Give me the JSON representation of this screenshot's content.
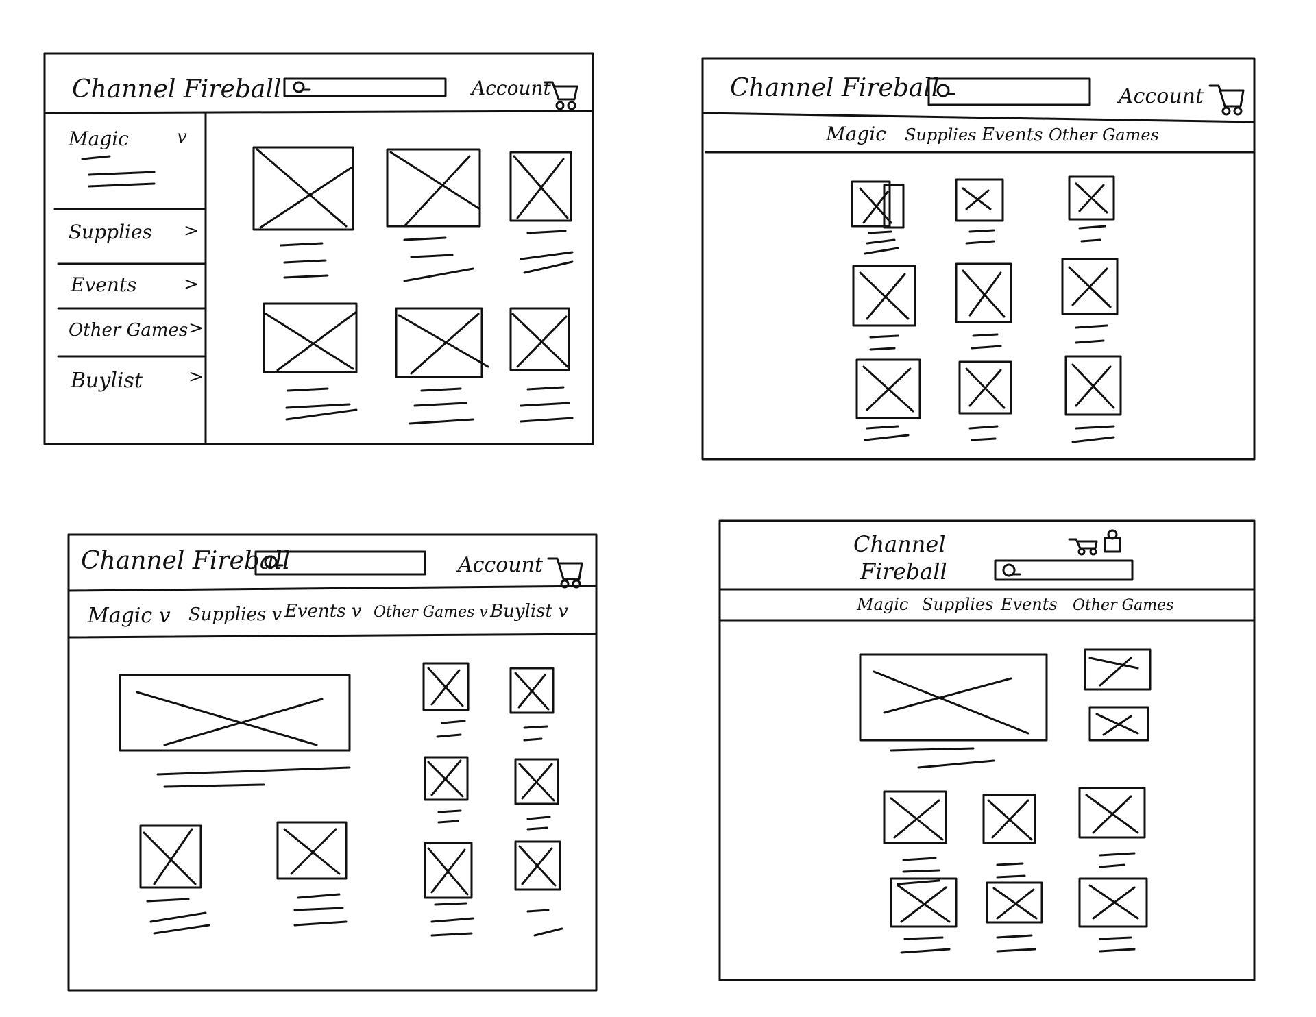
{
  "sketch_1": {
    "brand": "Channel Fireball",
    "account": "Account",
    "sidebar": [
      {
        "label": "Magic",
        "chevron": "v"
      },
      {
        "label": "Supplies",
        "chevron": ">"
      },
      {
        "label": "Events",
        "chevron": ">"
      },
      {
        "label": "Other Games",
        "chevron": ">"
      },
      {
        "label": "Buylist",
        "chevron": ">"
      }
    ]
  },
  "sketch_2": {
    "brand": "Channel Fireball",
    "account": "Account",
    "nav": [
      "Magic",
      "Supplies",
      "Events",
      "Other Games"
    ]
  },
  "sketch_3": {
    "brand": "Channel Fireball",
    "account": "Account",
    "nav": [
      "Magic v",
      "Supplies v",
      "Events v",
      "Other Games v",
      "Buylist v"
    ]
  },
  "sketch_4": {
    "brand_line1": "Channel",
    "brand_line2": "Fireball",
    "nav": [
      "Magic",
      "Supplies",
      "Events",
      "Other Games"
    ]
  },
  "icons": [
    "search-icon",
    "cart-icon",
    "account-icon",
    "image-placeholder-icon"
  ]
}
